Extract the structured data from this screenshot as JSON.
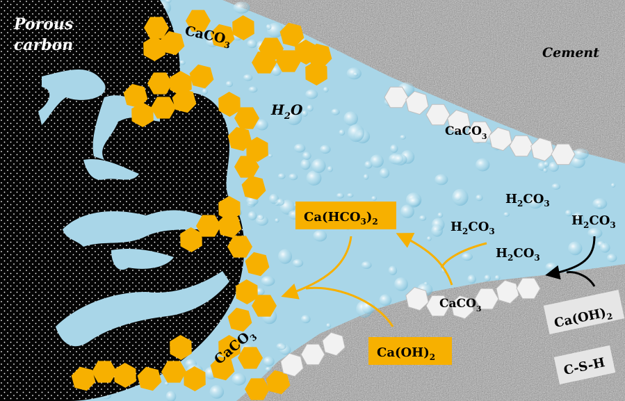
{
  "labels": {
    "porous_carbon_line1": "Porous",
    "porous_carbon_line2": "carbon",
    "cement": "Cement",
    "water": "H",
    "water_sub": "2",
    "water_tail": "O",
    "caco3_top": "CaCO",
    "caco3_top_sub": "3",
    "caco3_white_upper": "CaCO",
    "caco3_white_upper_sub": "3",
    "caco3_white_lower": "CaCO",
    "caco3_white_lower_sub": "3",
    "caco3_bottom": "CaCO",
    "caco3_bottom_sub": "3",
    "h2co3_a_1": "H",
    "h2co3_a_2": "2",
    "h2co3_a_3": "CO",
    "h2co3_a_4": "3",
    "h2co3_b_1": "H",
    "h2co3_b_2": "2",
    "h2co3_b_3": "CO",
    "h2co3_b_4": "3",
    "h2co3_c_1": "H",
    "h2co3_c_2": "2",
    "h2co3_c_3": "CO",
    "h2co3_c_4": "3",
    "h2co3_d_1": "H",
    "h2co3_d_2": "2",
    "h2co3_d_3": "CO",
    "h2co3_d_4": "3",
    "ca_hco3_2_1": "Ca(HCO",
    "ca_hco3_2_2": "3",
    "ca_hco3_2_3": ")",
    "ca_hco3_2_4": "2",
    "ca_oh_2_box_1": "Ca(OH)",
    "ca_oh_2_box_2": "2",
    "ca_oh_2_cement_1": "Ca(OH)",
    "ca_oh_2_cement_2": "2",
    "csh": "C-S-H"
  },
  "colors": {
    "carbon": "#050505",
    "water": "#a9d6e8",
    "water_light": "#c8e8f3",
    "cement": "#a8a8a8",
    "caco3_orange": "#f7b000",
    "caco3_white": "#f2f2f2",
    "reaction_arrow": "#f7b000",
    "black_arrow": "#000000",
    "label_box": "#f7b000",
    "cement_label_box": "#e6e6e6"
  },
  "icons": {
    "orange_hexagon": "hexagon-icon",
    "white_hexagon": "hexagon-icon"
  }
}
